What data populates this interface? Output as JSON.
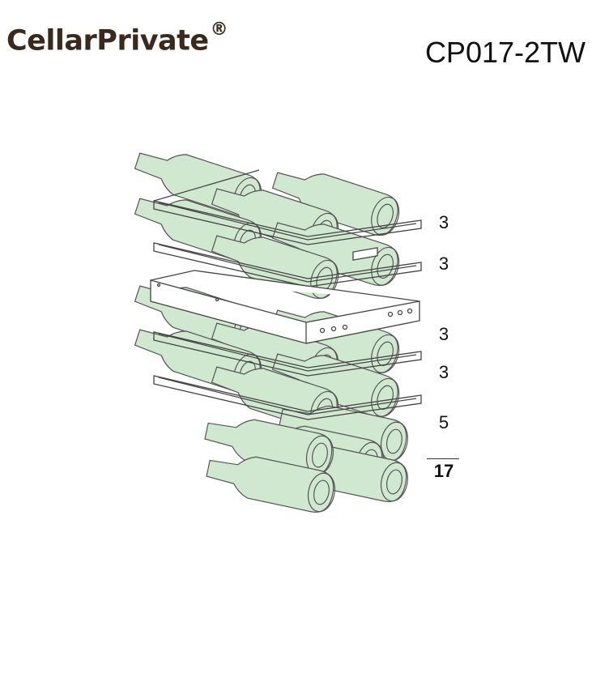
{
  "header": {
    "brand": "CellarPrivate",
    "brand_mark": "®",
    "model": "CP017-2TW"
  },
  "shelves": [
    {
      "count": "3"
    },
    {
      "count": "3"
    },
    {
      "count": "3"
    },
    {
      "count": "3"
    },
    {
      "count": "5"
    }
  ],
  "total": "17",
  "colors": {
    "bottle_fill": "#cfe8cf",
    "bottle_stroke": "#555555",
    "shelf_fill": "#ffffff",
    "brand_text": "#3a2a1e"
  }
}
